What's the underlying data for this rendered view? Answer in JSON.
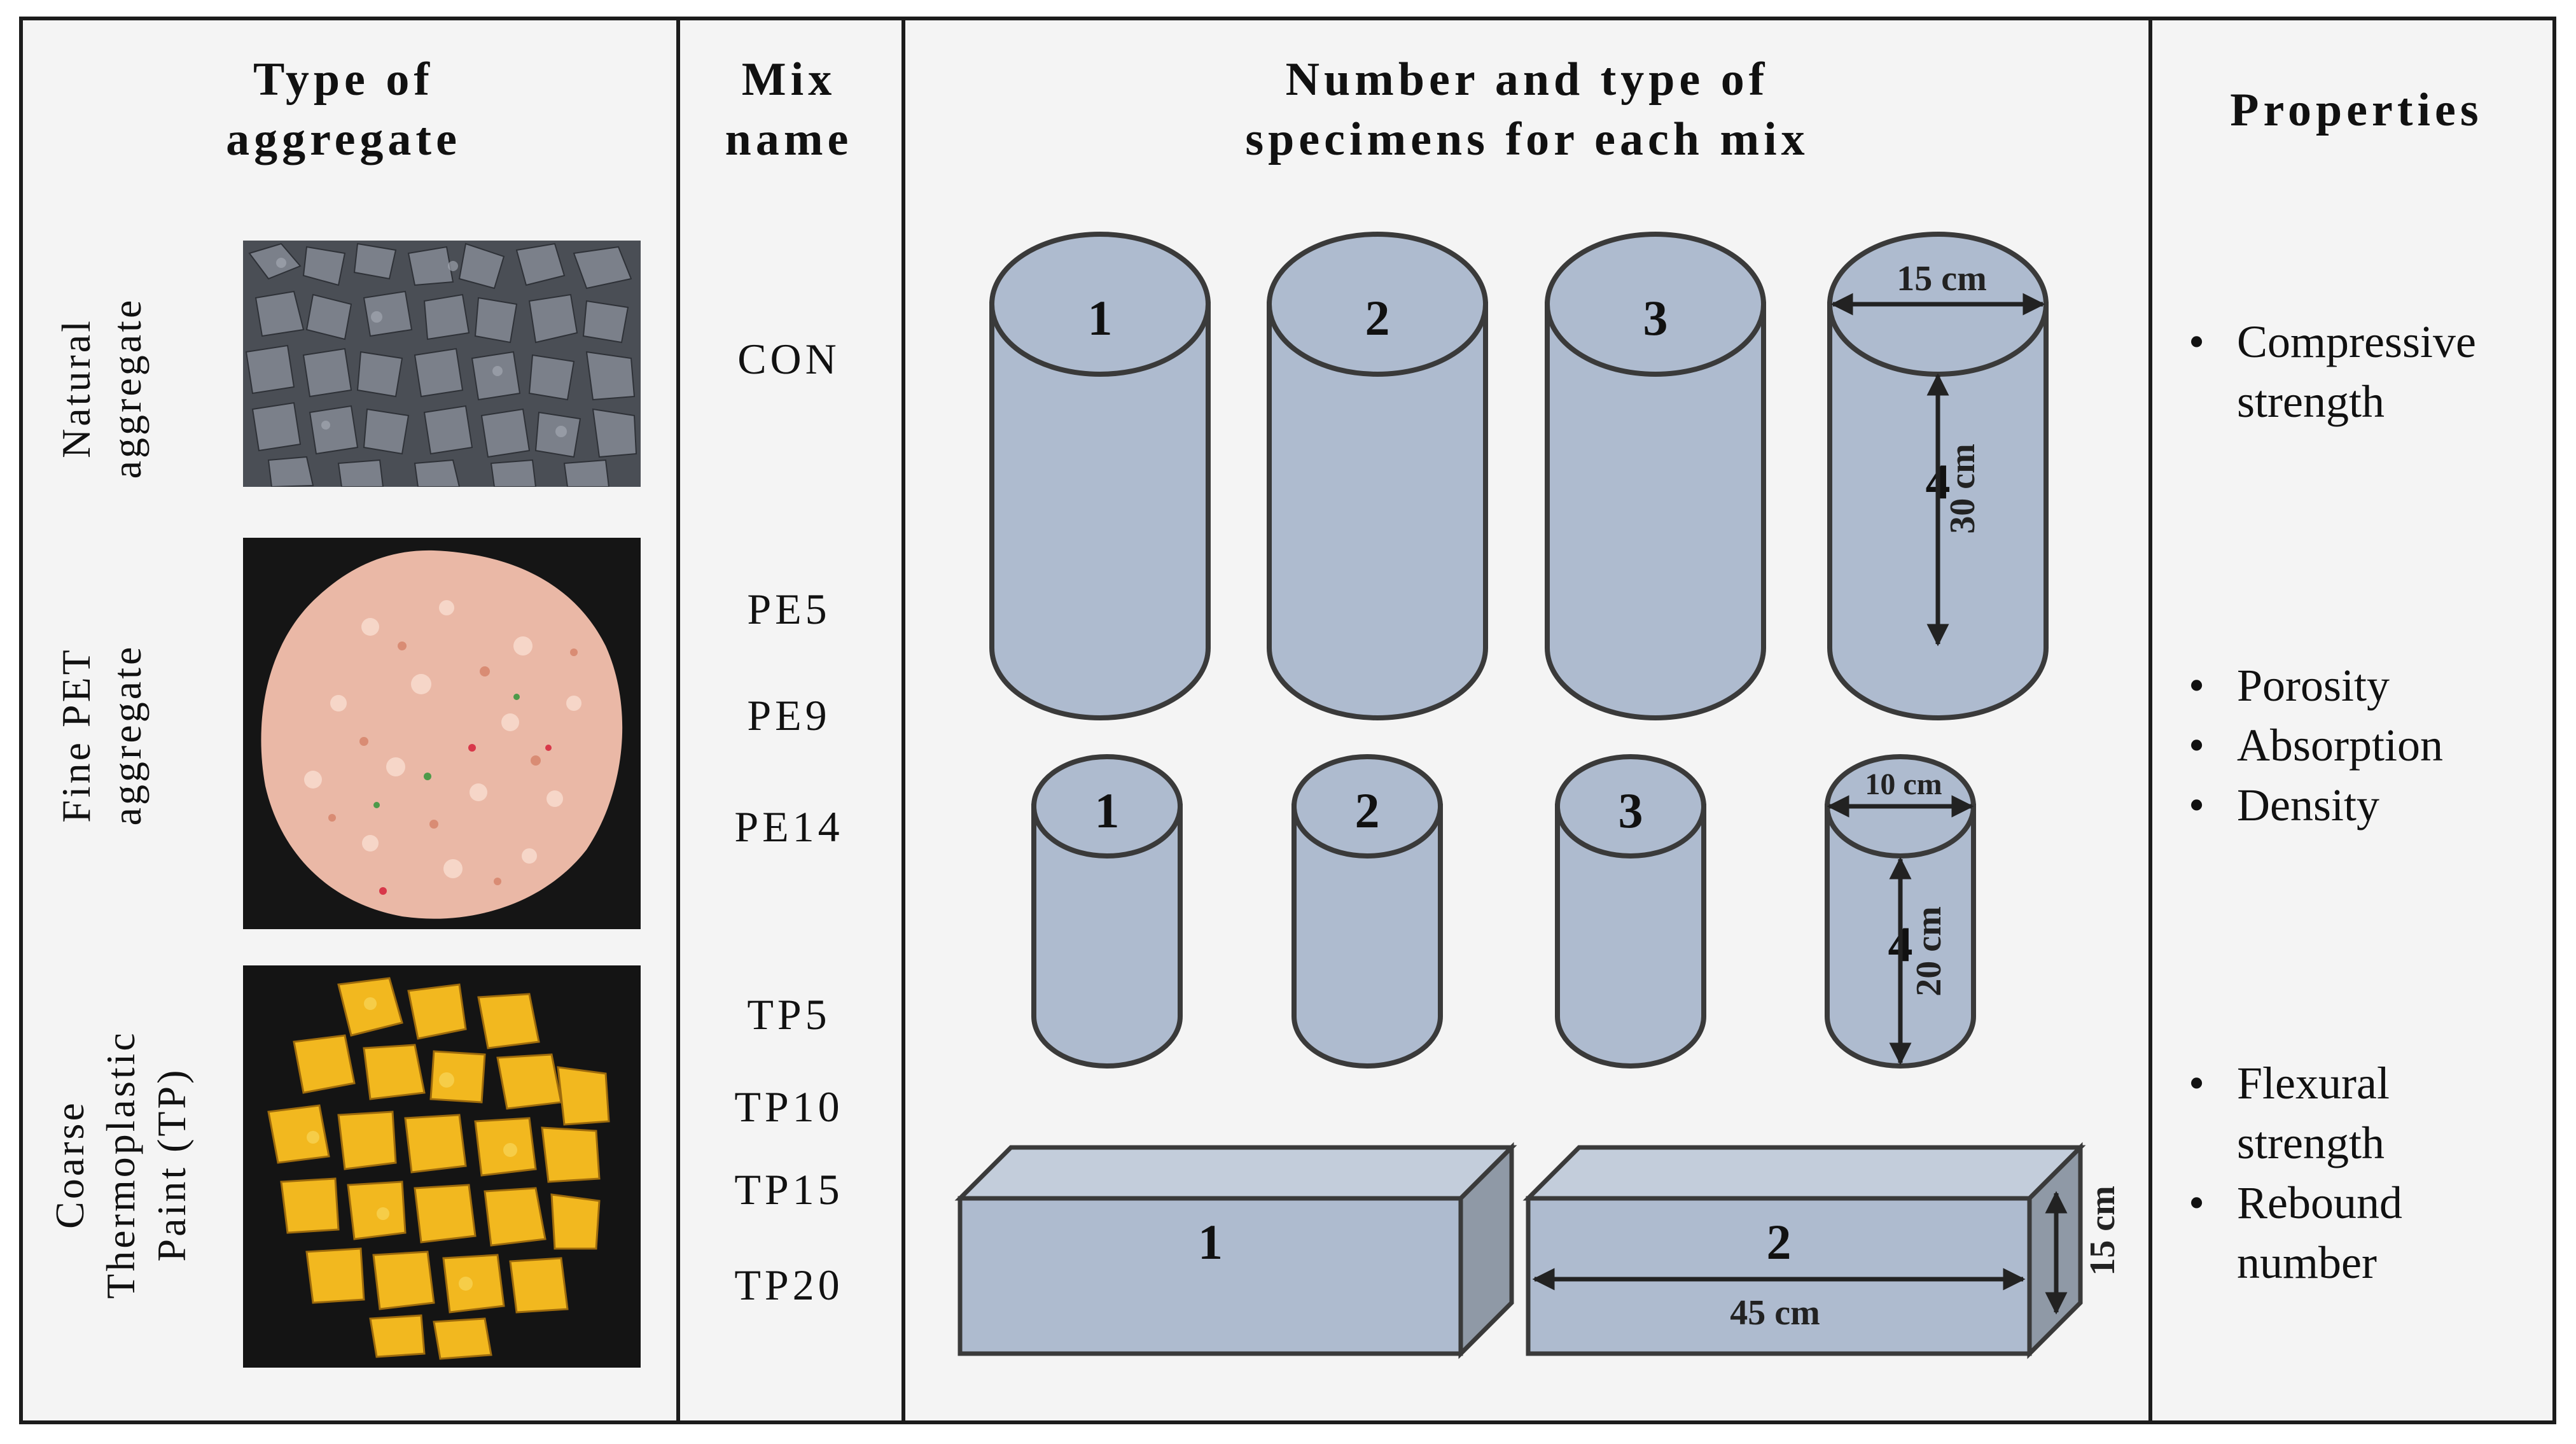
{
  "headers": {
    "aggregate": [
      "Type of",
      "aggregate"
    ],
    "mix": [
      "Mix",
      "name"
    ],
    "specimens": [
      "Number and type of",
      "specimens for each mix"
    ],
    "properties": "Properties"
  },
  "aggregates": [
    {
      "label": [
        "Natural",
        "aggregate"
      ],
      "photo": "natural-aggregate-photo",
      "color": "#5b6068"
    },
    {
      "label": [
        "Fine PET",
        "aggregate"
      ],
      "photo": "fine-pet-aggregate-photo",
      "color": "#e7b6a5"
    },
    {
      "label": [
        "Coarse",
        "Thermoplastic",
        "Paint (TP)"
      ],
      "photo": "thermoplastic-paint-photo",
      "color": "#f2b81f"
    }
  ],
  "mixes": [
    "CON",
    "PE5",
    "PE9",
    "PE14",
    "TP5",
    "TP10",
    "TP15",
    "TP20"
  ],
  "specimens": {
    "large_cylinders": {
      "numbers": [
        "1",
        "2",
        "3",
        "4"
      ],
      "diameter": "15 cm",
      "height": "30 cm"
    },
    "small_cylinders": {
      "numbers": [
        "1",
        "2",
        "3",
        "4"
      ],
      "diameter": "10 cm",
      "height": "20 cm"
    },
    "prisms": {
      "numbers": [
        "1",
        "2"
      ],
      "length": "45 cm",
      "height": "15 cm"
    },
    "fill_color": "#aebbcf",
    "stroke_color": "#3a3a3a"
  },
  "properties": [
    {
      "lines": [
        "Compressive",
        "strength"
      ]
    },
    {
      "lines": [
        "Porosity"
      ]
    },
    {
      "lines": [
        "Absorption"
      ]
    },
    {
      "lines": [
        "Density"
      ]
    },
    {
      "lines": [
        "Flexural",
        "strength"
      ]
    },
    {
      "lines": [
        "Rebound",
        "number"
      ]
    }
  ]
}
